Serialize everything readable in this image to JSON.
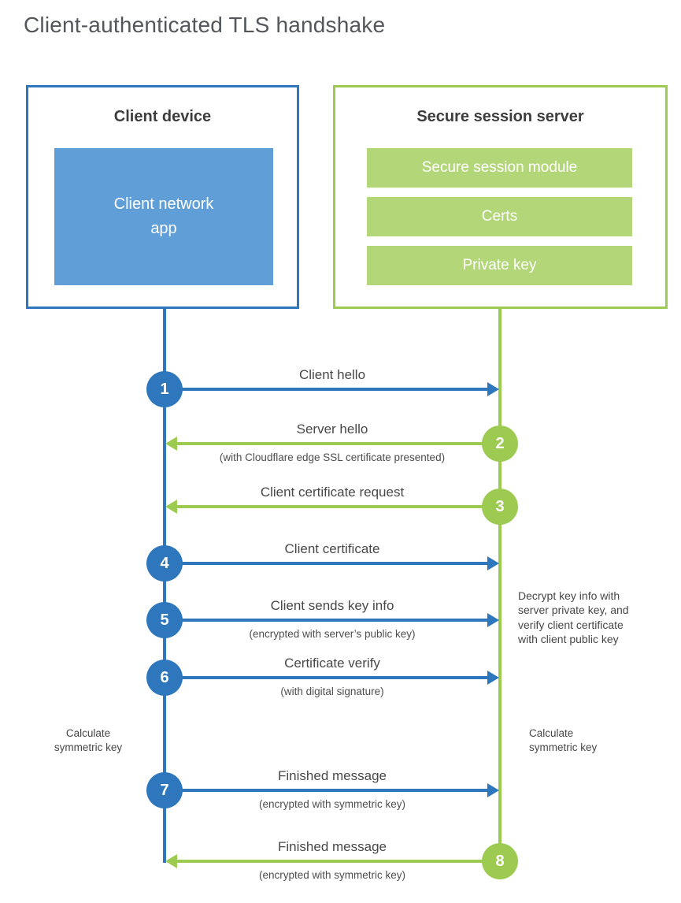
{
  "title": "Client-authenticated TLS handshake",
  "colors": {
    "blue": "#2e77bc",
    "light_blue": "#5f9ed7",
    "green": "#9dca50",
    "light_green": "#b3d678"
  },
  "client_box": {
    "title": "Client device",
    "app_label": "Client network\napp"
  },
  "server_box": {
    "title": "Secure session server",
    "modules": [
      "Secure session module",
      "Certs",
      "Private key"
    ]
  },
  "steps": [
    {
      "num": "1",
      "from": "client",
      "label": "Client hello",
      "sub": ""
    },
    {
      "num": "2",
      "from": "server",
      "label": "Server hello",
      "sub": "(with Cloudflare edge SSL certificate presented)"
    },
    {
      "num": "3",
      "from": "server",
      "label": "Client certificate request",
      "sub": ""
    },
    {
      "num": "4",
      "from": "client",
      "label": "Client certificate",
      "sub": ""
    },
    {
      "num": "5",
      "from": "client",
      "label": "Client sends key info",
      "sub": "(encrypted with server’s public key)"
    },
    {
      "num": "6",
      "from": "client",
      "label": "Certificate verify",
      "sub": "(with digital signature)"
    },
    {
      "num": "7",
      "from": "client",
      "label": "Finished message",
      "sub": "(encrypted with symmetric key)"
    },
    {
      "num": "8",
      "from": "server",
      "label": "Finished message",
      "sub": "(encrypted with symmetric key)"
    }
  ],
  "annotations": {
    "decrypt_note": "Decrypt key info with\nserver private key, and\nverify client certificate\nwith client public key",
    "calc_left": "Calculate\nsymmetric key",
    "calc_right": "Calculate\nsymmetric key"
  }
}
